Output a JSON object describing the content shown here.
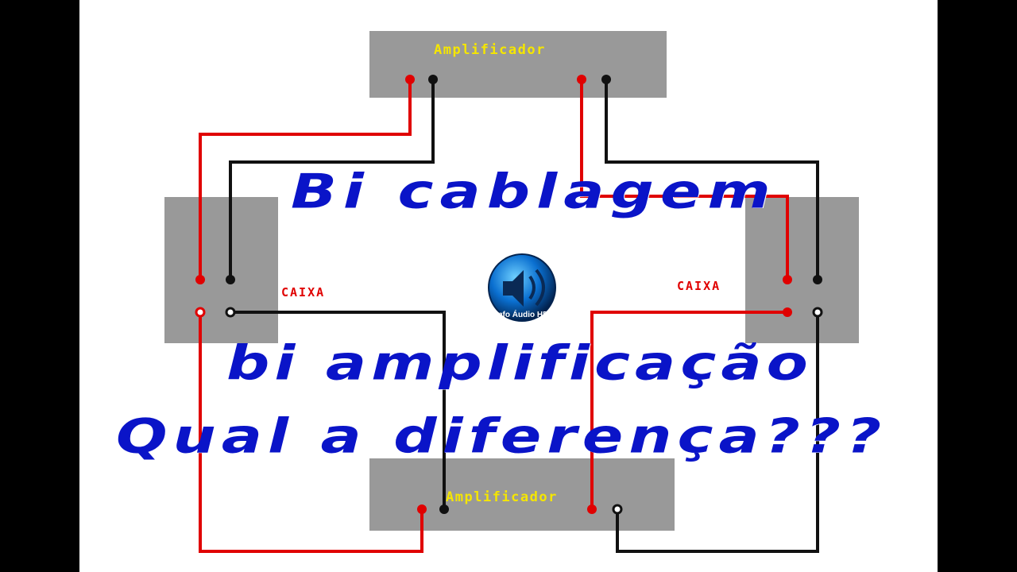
{
  "amplifier_top": {
    "label": "Amplificador"
  },
  "amplifier_bottom": {
    "label": "Amplificador"
  },
  "speaker_left": {
    "label": "CAIXA"
  },
  "speaker_right": {
    "label": "CAIXA"
  },
  "titles": {
    "line1": "Bi cablagem",
    "line2": "bi amplificação",
    "line3": "Qual a diferença???"
  },
  "logo": {
    "text": "Info Áudio HD"
  },
  "colors": {
    "red_wire": "#e00000",
    "black_wire": "#111111",
    "box_gray": "#999999",
    "title_blue": "#0a14c8",
    "amp_label_yellow": "#f5e600"
  }
}
